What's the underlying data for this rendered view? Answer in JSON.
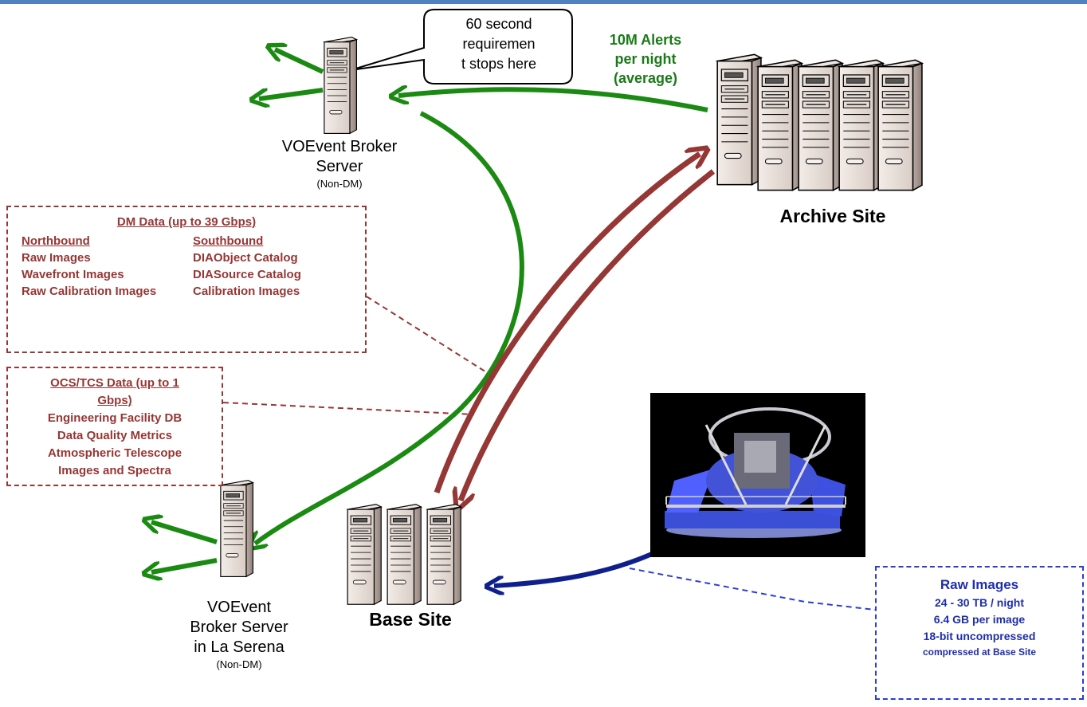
{
  "callout": {
    "text_lines": [
      "60 second",
      "requiremen",
      "t stops here"
    ]
  },
  "alerts": {
    "lines": [
      "10M Alerts",
      "per night",
      "(average)"
    ]
  },
  "broker_top": {
    "lines": [
      "VOEvent Broker",
      "Server"
    ],
    "note": "(Non-DM)"
  },
  "archive": {
    "label": "Archive Site"
  },
  "base": {
    "label": "Base Site"
  },
  "broker_bottom": {
    "lines": [
      "VOEvent",
      "Broker Server",
      "in La Serena"
    ],
    "note": "(Non-DM)"
  },
  "dm_box": {
    "title": "DM Data (up to 39 Gbps)",
    "north": {
      "header": "Northbound",
      "items": [
        "Raw Images",
        "Wavefront Images",
        "Raw Calibration Images"
      ]
    },
    "south": {
      "header": "Southbound",
      "items": [
        "DIAObject Catalog",
        "DIASource Catalog",
        "Calibration Images"
      ]
    }
  },
  "ocs_box": {
    "title_lines": [
      "OCS/TCS Data (up to 1",
      "Gbps)"
    ],
    "items": [
      "Engineering Facility DB",
      "Data Quality Metrics",
      "Atmospheric Telescope",
      "Images and Spectra"
    ]
  },
  "raw_box": {
    "title": "Raw Images",
    "items": [
      "24 - 30 TB / night",
      "6.4 GB per image",
      "18-bit uncompressed",
      "compressed at Base Site"
    ]
  },
  "colors": {
    "alert_green": "#1b8a12",
    "dm_red": "#953735",
    "raw_blue": "#0f1f8c",
    "topbar": "#4f81bd"
  },
  "icons": [
    "server-icon",
    "telescope-image"
  ]
}
